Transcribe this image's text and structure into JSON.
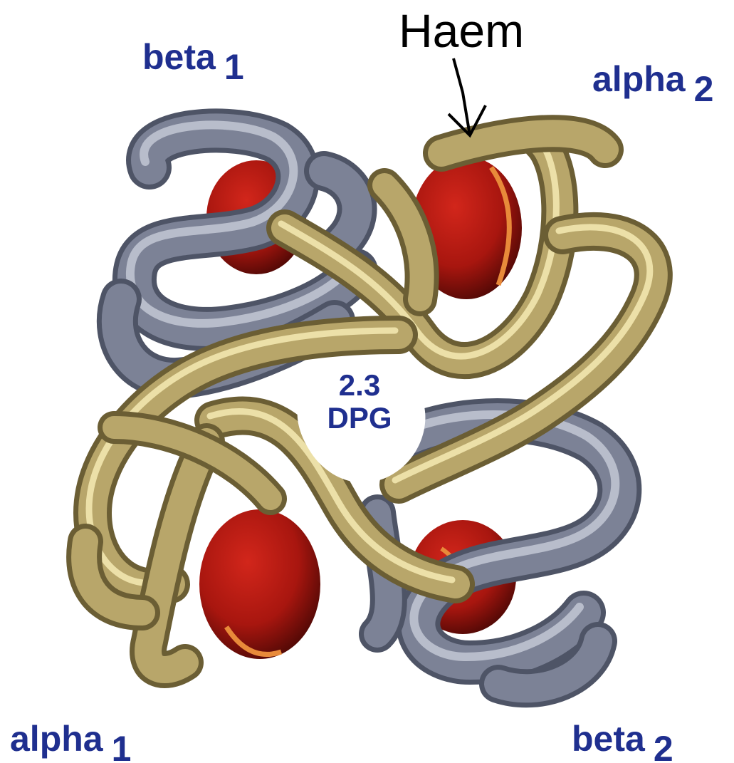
{
  "labels": {
    "beta1": {
      "text": "beta",
      "sub": "1"
    },
    "alpha2": {
      "text": "alpha",
      "sub": "2"
    },
    "alpha1": {
      "text": "alpha",
      "sub": "1"
    },
    "beta2": {
      "text": "beta",
      "sub": "2"
    },
    "center_line1": "2.3",
    "center_line2": "DPG",
    "haem": "Haem"
  },
  "colors": {
    "label_blue": "#1f2f8f",
    "grey_chain": "#7c8296",
    "gold_chain": "#b8a66a",
    "haem_red": "#a8160f",
    "arrow": "#000000"
  }
}
